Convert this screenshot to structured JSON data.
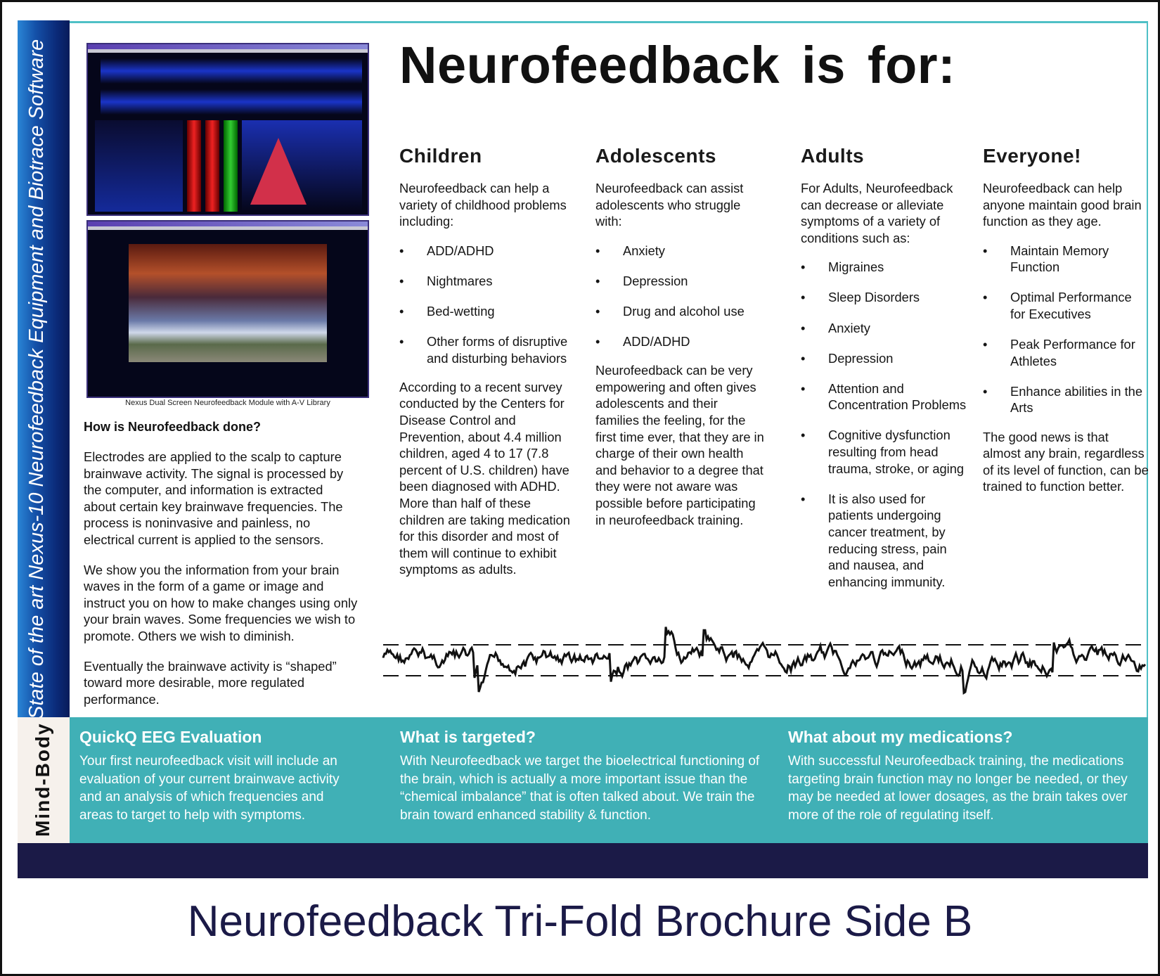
{
  "sidebar": {
    "title": "State of the art Nexus-10 Neurofeedback Equipment and Biotrace Software",
    "mind_body": "Mind-Body"
  },
  "left": {
    "caption": "Nexus Dual Screen Neurofeedback Module with A-V Library",
    "heading": "How is Neurofeedback done?",
    "paragraphs": [
      "Electrodes are applied to the scalp to capture brainwave activity. The signal is processed by the computer, and information is extracted about certain key brainwave frequencies. The process is noninvasive and painless, no electrical current is applied to the sensors.",
      "We show you the information from your brain waves in the form of a game or image and instruct you on how to make changes using only your brain waves. Some frequencies we wish to promote. Others we wish to diminish.",
      "Eventually the brainwave activity is “shaped” toward more desirable, more regulated performance."
    ]
  },
  "headline": "Neurofeedback is for:",
  "columns": [
    {
      "title": "Children",
      "intro": "Neurofeedback can help a variety of childhood problems including:",
      "items": [
        "ADD/ADHD",
        "Nightmares",
        "Bed-wetting",
        "Other forms of disruptive and disturbing behaviors"
      ],
      "outro": "According to a recent survey conducted by the Centers for Disease Control and Prevention, about 4.4 million children, aged 4 to 17 (7.8 percent of U.S. children) have been diagnosed with ADHD. More than half of these children are taking medication for this disorder and most of them will continue to exhibit symptoms as adults."
    },
    {
      "title": "Adolescents",
      "intro": "Neurofeedback can assist adolescents who struggle with:",
      "items": [
        "Anxiety",
        "Depression",
        "Drug and alcohol use",
        "ADD/ADHD"
      ],
      "outro": "Neurofeedback can be very empowering and often gives adolescents and their families the feeling, for the first time ever, that they are in charge of their own health and behavior to a degree that they were not aware was possible before participating in neurofeedback training."
    },
    {
      "title": "Adults",
      "intro": "For Adults, Neurofeedback can decrease or alleviate symptoms of a variety of conditions such as:",
      "items": [
        "Migraines",
        "Sleep Disorders",
        "Anxiety",
        "Depression",
        "Attention and Concentration Problems",
        "Cognitive dysfunction resulting from head trauma, stroke, or aging",
        "It is also used for patients undergoing cancer treatment, by reducing stress, pain and nausea, and enhancing immunity."
      ],
      "outro": ""
    },
    {
      "title": "Everyone!",
      "intro": "Neurofeedback can help anyone maintain good brain function as they age.",
      "items": [
        "Maintain Memory Function",
        "Optimal Performance for Executives",
        "Peak Performance for Athletes",
        "Enhance abilities in the Arts"
      ],
      "outro": "The good news is that almost any brain, regardless of its level of function, can be trained to function better."
    }
  ],
  "bottom": [
    {
      "title": "QuickQ EEG Evaluation",
      "text": "Your first neurofeedback visit will include an evaluation of your current brainwave activity and an analysis of which frequencies and areas to target to help with symptoms."
    },
    {
      "title": "What is targeted?",
      "text": "With Neurofeedback we target the bioelectrical functioning of the brain, which is actually a more important issue than the “chemical imbalance” that is often talked about. We train the brain toward enhanced stability & function."
    },
    {
      "title": "What about my medications?",
      "text": "With successful Neurofeedback training, the medications targeting brain function may no longer be needed, or they may be needed at lower dosages, as the brain takes over more of the role of regulating itself."
    }
  ],
  "footer_title": "Neurofeedback Tri-Fold Brochure Side B",
  "colors": {
    "teal": "#40b0b6",
    "navy": "#1b1a47",
    "blue": "#1450a8"
  }
}
